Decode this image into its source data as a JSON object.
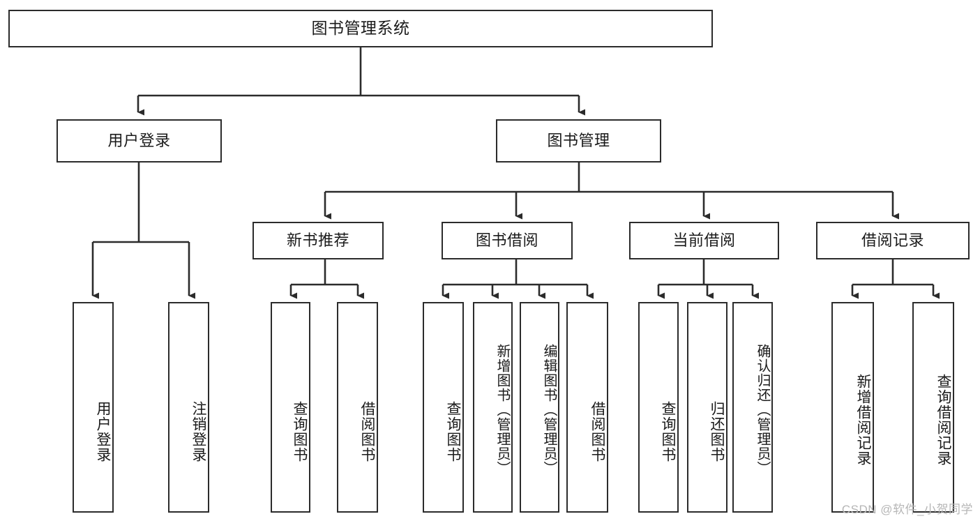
{
  "diagram": {
    "title": "图书管理系统",
    "watermark": "CSDN @软件_小贺同学",
    "colors": {
      "box_border": "#2b2b2b",
      "background": "#ffffff",
      "text": "#1a1a1a",
      "connector": "#2b2b2b",
      "watermark": "#b6b6b6"
    },
    "nodes": {
      "root": {
        "label": "图书管理系统"
      },
      "level2": [
        {
          "id": "user-login",
          "label": "用户登录"
        },
        {
          "id": "book-management",
          "label": "图书管理"
        }
      ],
      "level3": [
        {
          "id": "new-book-recommend",
          "label": "新书推荐"
        },
        {
          "id": "book-borrow",
          "label": "图书借阅"
        },
        {
          "id": "current-borrow",
          "label": "当前借阅"
        },
        {
          "id": "borrow-record",
          "label": "借阅记录"
        }
      ],
      "leaves": {
        "user_login": [
          {
            "id": "leaf-user-login",
            "label": "用户登录"
          },
          {
            "id": "leaf-logout-login",
            "label": "注销登录"
          }
        ],
        "new_book_recommend": [
          {
            "id": "leaf-query-book-1",
            "label": "查询图书"
          },
          {
            "id": "leaf-borrow-book-1",
            "label": "借阅图书"
          }
        ],
        "book_borrow": [
          {
            "id": "leaf-query-book-2",
            "label": "查询图书"
          },
          {
            "id": "leaf-add-book",
            "label": "新增图书（管理员）"
          },
          {
            "id": "leaf-edit-book",
            "label": "编辑图书（管理员）"
          },
          {
            "id": "leaf-borrow-book-2",
            "label": "借阅图书"
          }
        ],
        "current_borrow": [
          {
            "id": "leaf-query-book-3",
            "label": "查询图书"
          },
          {
            "id": "leaf-return-book",
            "label": "归还图书"
          },
          {
            "id": "leaf-confirm-return",
            "label": "确认归还（管理员）"
          }
        ],
        "borrow_record": [
          {
            "id": "leaf-add-borrow-record",
            "label": "新增借阅记录"
          },
          {
            "id": "leaf-query-borrow-record",
            "label": "查询借阅记录"
          }
        ]
      }
    }
  }
}
